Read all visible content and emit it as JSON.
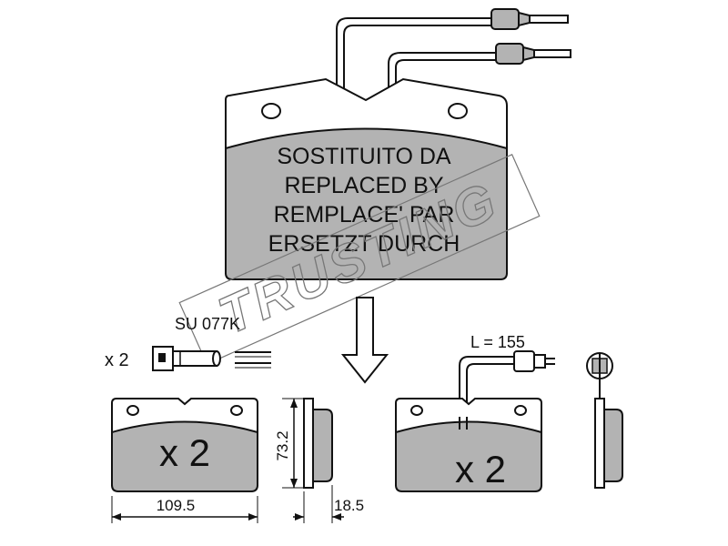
{
  "replaced_notice": {
    "line1": "SOSTITUITO DA",
    "line2": "REPLACED BY",
    "line3": "REMPLACE' PAR",
    "line4": "ERSETZT DURCH"
  },
  "watermark": {
    "text": "TRUSTING"
  },
  "accessory": {
    "quantity": "x 2",
    "code": "SU 077K"
  },
  "sensor": {
    "length_label": "L = 155"
  },
  "pads": {
    "left_quantity": "x 2",
    "right_quantity": "x 2"
  },
  "dimensions": {
    "width": "109.5",
    "height": "73.2",
    "thickness": "18.5"
  },
  "colors": {
    "pad_fill": "#b3b3b3",
    "line": "#111111",
    "watermark": "#888888"
  }
}
